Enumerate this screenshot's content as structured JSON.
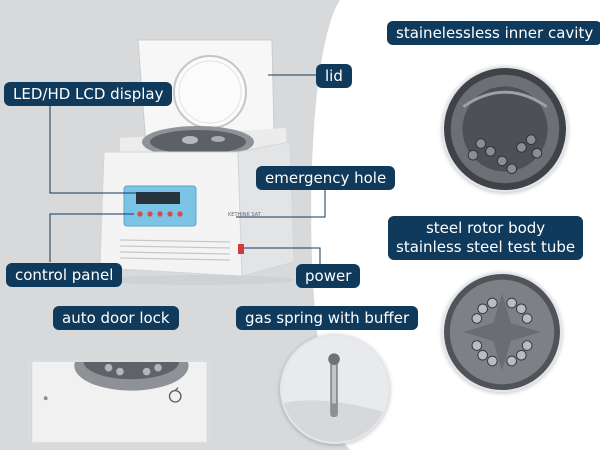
{
  "labels": {
    "stainless_inner_cavity": "stainelessless inner cavity",
    "lid": "lid",
    "display": "LED/HD LCD display",
    "emergency_hole": "emergency hole",
    "rotor_body_line1": "steel rotor body",
    "rotor_body_line2": "stainless steel test tube",
    "control_panel": "control panel",
    "power": "power",
    "auto_door_lock": "auto door lock",
    "gas_spring": "gas spring with buffer"
  },
  "device_brand": "KETHINK SAT",
  "colors": {
    "label_bg": "#103a5c",
    "label_text": "#ffffff",
    "background_arc": "#d7d9db",
    "panel_blue": "#7cc4e6"
  },
  "icons": [
    "arrow-left-icon",
    "power-switch-icon"
  ]
}
